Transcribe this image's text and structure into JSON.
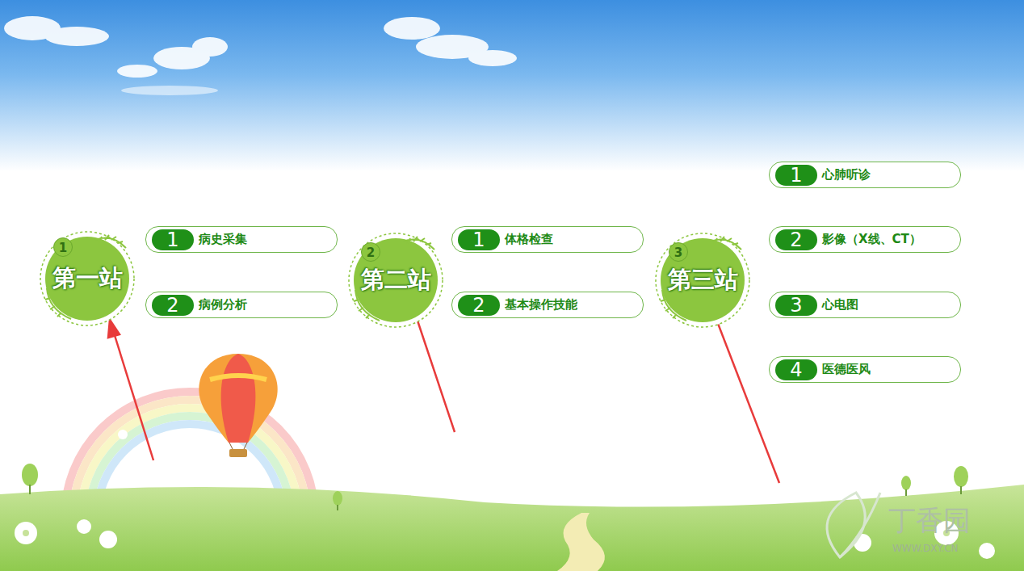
{
  "diagram": {
    "nodes": [
      {
        "text": [
          "第一站"
        ]
      },
      {
        "text": [
          "1",
          "病史采集"
        ]
      },
      {
        "text": [
          "2",
          "病例分析"
        ]
      },
      {
        "text": [
          "第二站"
        ]
      },
      {
        "text": [
          "1",
          "体格检查"
        ]
      },
      {
        "text": [
          "2",
          "基本操作技能"
        ]
      },
      {
        "text": [
          "第三站"
        ]
      },
      {
        "text": [
          "1",
          "心肺听诊"
        ]
      },
      {
        "text": [
          "2",
          "影像（X线、CT）"
        ]
      },
      {
        "text": [
          "3",
          "心电图"
        ]
      },
      {
        "text": [
          "4",
          "医德医风"
        ]
      }
    ],
    "labels": [
      "1",
      "2",
      "3",
      "丁香园",
      "WWW.DXY.CN"
    ]
  }
}
